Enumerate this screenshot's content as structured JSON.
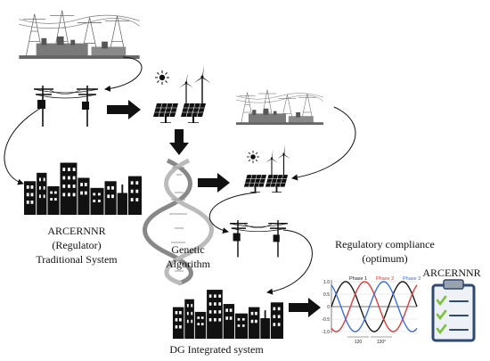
{
  "labels": {
    "regulator_block": [
      "ARCERNNR",
      "(Regulator)",
      "Traditional System"
    ],
    "genetic_algorithm": [
      "Genetic",
      "Algorithm"
    ],
    "dg_integrated": "DG Integrated system",
    "regulatory_compliance": [
      "Regulatory compliance",
      "(optimum)"
    ],
    "arcernnr": "ARCERNNR"
  },
  "phase_chart": {
    "series": [
      {
        "name": "Phase 1",
        "color": "#1a1a1a",
        "phase_deg": 0
      },
      {
        "name": "Phase 2",
        "color": "#e03a3a",
        "phase_deg": -120
      },
      {
        "name": "Phase 3",
        "color": "#3a6fe0",
        "phase_deg": 120
      }
    ],
    "y_ticks": [
      "1.0",
      "0.5",
      "0",
      "-0.5",
      "-1.0"
    ],
    "y_values": [
      1,
      0.5,
      0,
      -0.5,
      -1
    ],
    "angle_labels": [
      "120",
      "120°"
    ],
    "ylim": [
      -1,
      1
    ],
    "xlim_deg": [
      0,
      540
    ]
  },
  "icons": [
    "substation-icon",
    "power-pole-icon",
    "sun-icon",
    "wind-turbine-icon",
    "solar-panel-icon",
    "city-skyline-icon",
    "dna-helix-icon",
    "clipboard-checklist-icon"
  ],
  "colors": {
    "ink": "#111111",
    "clipboard_border": "#2f4a72",
    "clipboard_board": "#eef2f7",
    "check": "#7bbf3a",
    "clip": "#9aa3ad"
  }
}
